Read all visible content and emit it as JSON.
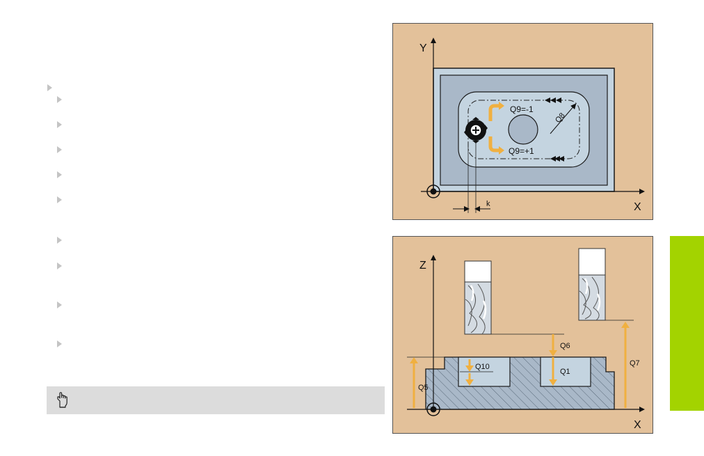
{
  "figure_top": {
    "axis_y": "Y",
    "axis_x": "X",
    "q9_neg": "Q9=-1",
    "q9_pos": "Q9=+1",
    "q8": "Q8",
    "k": "k"
  },
  "figure_bottom": {
    "axis_z": "Z",
    "axis_x": "X",
    "q5": "Q5",
    "q6": "Q6",
    "q7": "Q7",
    "q1": "Q1",
    "q10": "Q10"
  },
  "colors": {
    "figure_background": "#e3c19a",
    "workpiece_light": "#c4d4e0",
    "workpiece_pocket": "#a9b8c8",
    "dimension_arrow": "#f0b040",
    "side_tab": "#a3d300",
    "note_box": "#dcdcdc"
  },
  "icons": {
    "bullet": "triangle-right",
    "note": "pointing-hand"
  }
}
